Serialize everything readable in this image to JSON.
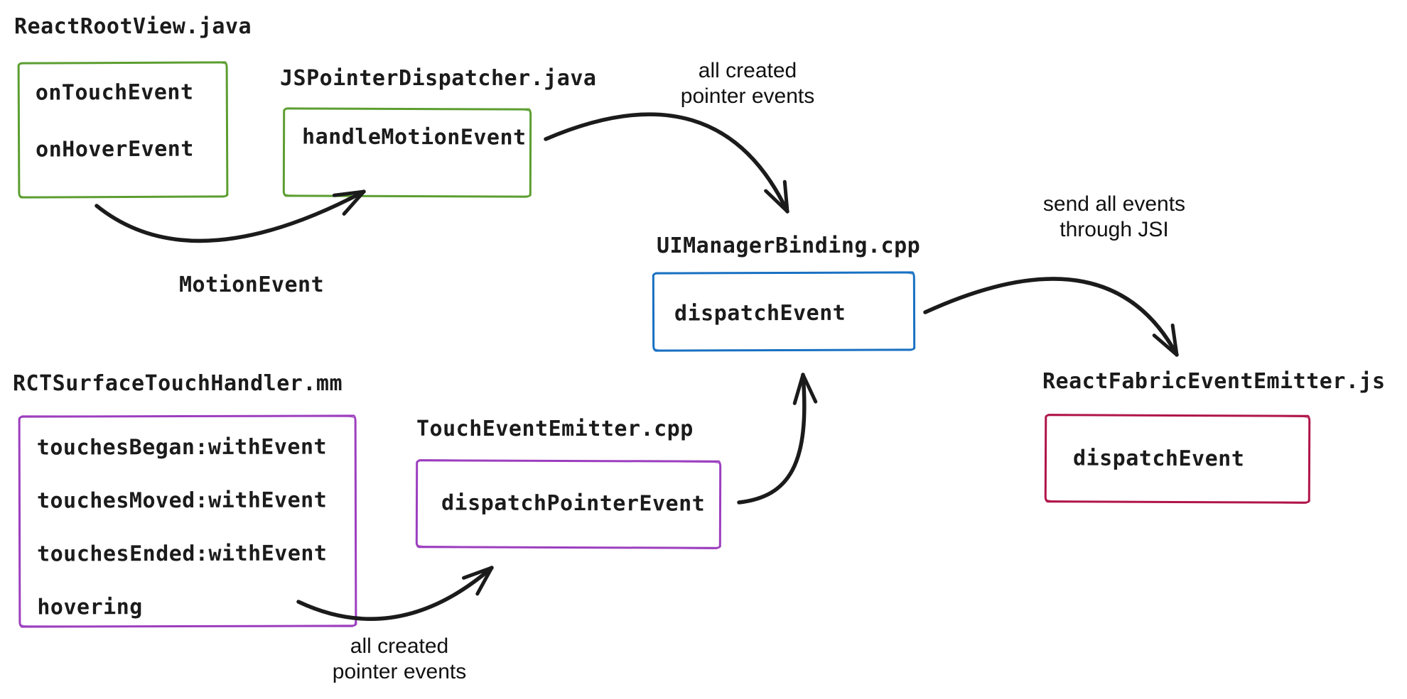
{
  "colors": {
    "green": "#5c9e31",
    "blue": "#1971c2",
    "purple": "#9c3fbf",
    "crimson": "#b01548",
    "ink": "#1b1b1b"
  },
  "nodes": {
    "reactRootView": {
      "file": "ReactRootView.java",
      "methods": [
        "onTouchEvent",
        "onHoverEvent"
      ]
    },
    "jsPointerDispatcher": {
      "file": "JSPointerDispatcher.java",
      "methods": [
        "handleMotionEvent"
      ]
    },
    "uiManagerBinding": {
      "file": "UIManagerBinding.cpp",
      "methods": [
        "dispatchEvent"
      ]
    },
    "reactFabricEventEmitter": {
      "file": "ReactFabricEventEmitter.js",
      "methods": [
        "dispatchEvent"
      ]
    },
    "rctSurfaceTouchHandler": {
      "file": "RCTSurfaceTouchHandler.mm",
      "methods": [
        "touchesBegan:withEvent",
        "touchesMoved:withEvent",
        "touchesEnded:withEvent",
        "hovering"
      ]
    },
    "touchEventEmitter": {
      "file": "TouchEventEmitter.cpp",
      "methods": [
        "dispatchPointerEvent"
      ]
    }
  },
  "annotations": {
    "motionEvent": "MotionEvent",
    "allCreatedTop": {
      "line1": "all created",
      "line2": "pointer events"
    },
    "sendThroughJsi": {
      "line1": "send all events",
      "line2": "through JSI"
    },
    "allCreatedBottom": {
      "line1": "all created",
      "line2": "pointer events"
    }
  }
}
